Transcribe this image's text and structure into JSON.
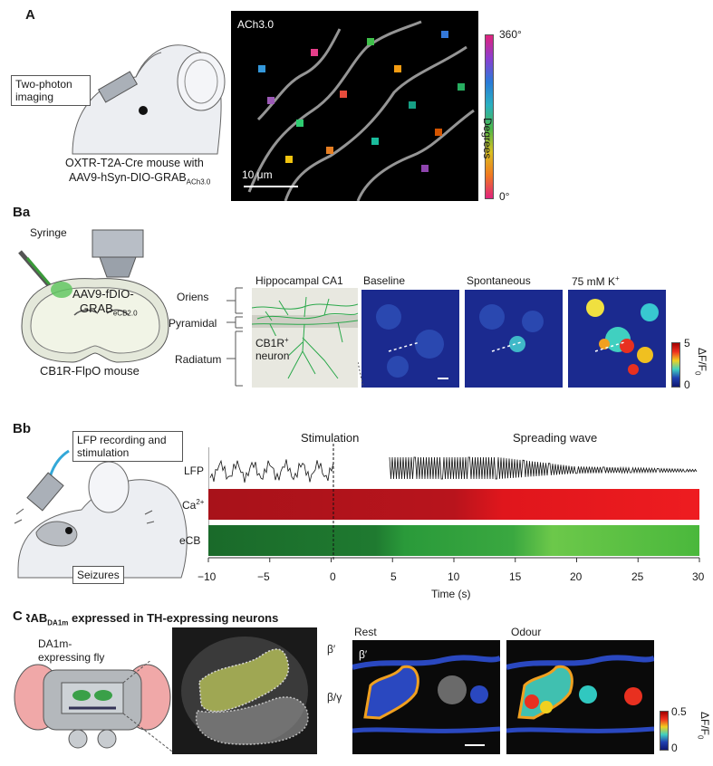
{
  "panel_A": {
    "letter": "A",
    "imaging_label": "Two-photon imaging",
    "caption_line1": "OXTR-T2A-Cre mouse with",
    "caption_line2": "AAV9-hSyn-DIO-GRAB",
    "caption_sub": "ACh3.0",
    "image_title": "ACh3.0",
    "scale_bar": "10 μm",
    "colorbar_top": "360°",
    "colorbar_bottom": "0°",
    "colorbar_label": "Degrees"
  },
  "panel_Ba": {
    "letter": "Ba",
    "syringe": "Syringe",
    "virus_line1": "AAV9-fDIO-",
    "virus_line2": "GRAB",
    "virus_sub": "eCB2.0",
    "mouse": "CB1R-FlpO mouse",
    "layers": [
      "Oriens",
      "Pyramidal",
      "Radiatum"
    ],
    "schematic_title": "Hippocampal CA1",
    "neuron_label": "CB1R",
    "neuron_sup": "+",
    "neuron_label2": "neuron",
    "conditions": [
      "Baseline",
      "Spontaneous",
      "75 mM K"
    ],
    "k_sup": "+",
    "colorbar_max": "5",
    "colorbar_min": "0",
    "colorbar_label": "ΔF/F",
    "colorbar_sub": "0"
  },
  "panel_Bb": {
    "letter": "Bb",
    "recording_label": "LFP recording and stimulation",
    "seizures": "Seizures",
    "stimulation": "Stimulation",
    "spreading_wave": "Spreading wave",
    "rows": [
      "LFP",
      "Ca",
      "eCB"
    ],
    "ca_sup": "2+",
    "x_ticks": [
      "−10",
      "−5",
      "0",
      "5",
      "10",
      "15",
      "20",
      "25",
      "30"
    ],
    "x_label": "Time (s)"
  },
  "panel_C": {
    "letter": "C",
    "title_main": "GRAB",
    "title_sub": "DA1m",
    "title_rest": " expressed in TH-expressing neurons",
    "fly_label_line1": "DA1m-",
    "fly_label_line2": "expressing fly",
    "lobe_beta_prime": "β′",
    "lobe_beta_gamma": "β/γ",
    "conditions": [
      "Rest",
      "Odour"
    ],
    "beta_prime_in_image": "β′",
    "colorbar_max": "0.5",
    "colorbar_min": "0",
    "colorbar_label": "ΔF/F",
    "colorbar_sub": "0"
  },
  "colors": {
    "ca_red": "#d4141c",
    "ecb_green": "#1a9a3a",
    "heat_bg": "#1b2a8f",
    "roi_orange": "#f0a020"
  }
}
